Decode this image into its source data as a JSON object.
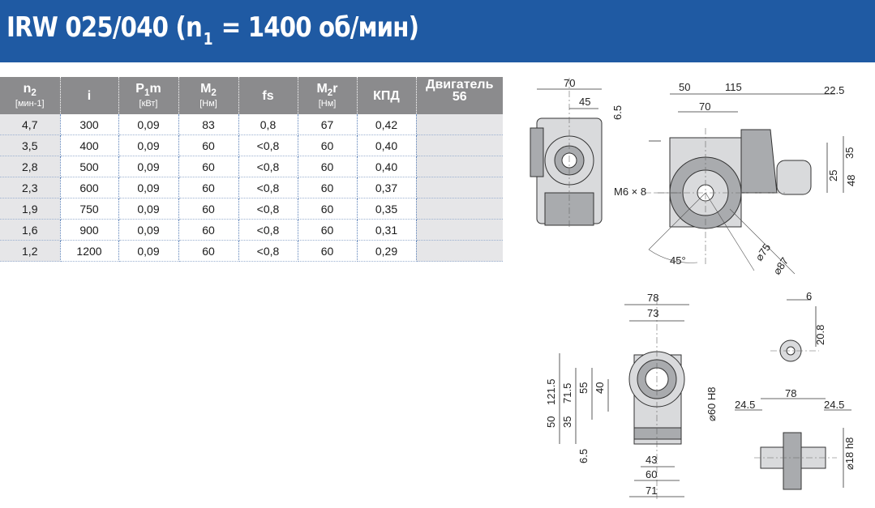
{
  "title": {
    "prefix": "IRW 025/040 (n",
    "sub": "1",
    "suffix": " = 1400 об/мин)"
  },
  "colors": {
    "banner": "#1f5aa3",
    "header": "#8b8b8d",
    "stripe": "#e6e6e8"
  },
  "table": {
    "headers": [
      {
        "main": "n",
        "sub": "2",
        "unit": "[мин-1]"
      },
      {
        "main": "i",
        "sub": "",
        "unit": ""
      },
      {
        "main": "P",
        "sub": "1",
        "tail": "m",
        "unit": "[кВт]"
      },
      {
        "main": "M",
        "sub": "2",
        "unit": "[Нм]"
      },
      {
        "main": "fs",
        "sub": "",
        "unit": ""
      },
      {
        "main": "M",
        "sub": "2",
        "tail": "r",
        "unit": "[Нм]"
      },
      {
        "main": "КПД",
        "sub": "",
        "unit": ""
      },
      {
        "main": "Двигатель",
        "line2": "56"
      }
    ],
    "rows": [
      [
        "4,7",
        "300",
        "0,09",
        "83",
        "0,8",
        "67",
        "0,42",
        ""
      ],
      [
        "3,5",
        "400",
        "0,09",
        "60",
        "<0,8",
        "60",
        "0,40",
        ""
      ],
      [
        "2,8",
        "500",
        "0,09",
        "60",
        "<0,8",
        "60",
        "0,40",
        ""
      ],
      [
        "2,3",
        "600",
        "0,09",
        "60",
        "<0,8",
        "60",
        "0,37",
        ""
      ],
      [
        "1,9",
        "750",
        "0,09",
        "60",
        "<0,8",
        "60",
        "0,35",
        ""
      ],
      [
        "1,6",
        "900",
        "0,09",
        "60",
        "<0,8",
        "60",
        "0,31",
        ""
      ],
      [
        "1,2",
        "1200",
        "0,09",
        "60",
        "<0,8",
        "60",
        "0,29",
        ""
      ]
    ]
  },
  "drawings": {
    "front": {
      "d70": "70",
      "d45": "45"
    },
    "side": {
      "d50": "50",
      "d115": "115",
      "d22_5": "22.5",
      "d70": "70",
      "d6_5": "6.5",
      "d35": "35",
      "d25": "25",
      "d48": "48",
      "thread": "M6 × 8",
      "phi75": "⌀75",
      "phi87": "⌀87",
      "angle": "45°"
    },
    "bottom": {
      "d78": "78",
      "d73": "73",
      "d121_5": "121.5",
      "d71_5": "71.5",
      "d55": "55",
      "d40": "40",
      "d50": "50",
      "d35": "35",
      "d6_5": "6.5",
      "phi60": "⌀60 H8",
      "d43": "43",
      "d60": "60",
      "d71": "71"
    },
    "key": {
      "d6": "6",
      "d20_8": "20.8"
    },
    "shaft": {
      "d78": "78",
      "d24_5a": "24.5",
      "d24_5b": "24.5",
      "phi18": "⌀18 h8"
    }
  }
}
